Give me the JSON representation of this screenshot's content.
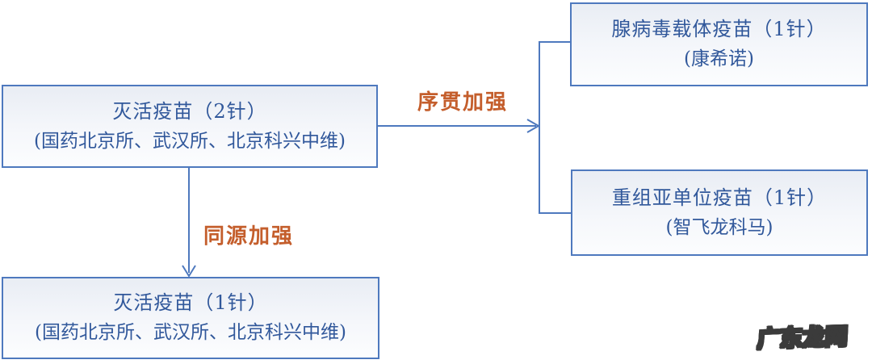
{
  "diagram": {
    "boxes": [
      {
        "id": "inactivated-2dose",
        "line1": "灭活疫苗（2针）",
        "line2": "(国药北京所、武汉所、北京科兴中维)"
      },
      {
        "id": "inactivated-1dose",
        "line1": "灭活疫苗（1针）",
        "line2": "(国药北京所、武汉所、北京科兴中维)"
      },
      {
        "id": "adenovirus-vector",
        "line1": "腺病毒载体疫苗（1针）",
        "line2": "(康希诺)"
      },
      {
        "id": "recombinant-subunit",
        "line1": "重组亚单位疫苗（1针）",
        "line2": "(智飞龙科马)"
      }
    ],
    "labels": {
      "sequential_boost": "序贯加强",
      "homologous_boost": "同源加强"
    },
    "watermark": "广东龙网",
    "colors": {
      "box_border": "#4e79be",
      "box_text": "#31589b",
      "connector": "#4e79be",
      "label_orange": "#c45e2c",
      "watermark_fill": "#ffffff",
      "watermark_outline": "#3b3b3b"
    }
  }
}
